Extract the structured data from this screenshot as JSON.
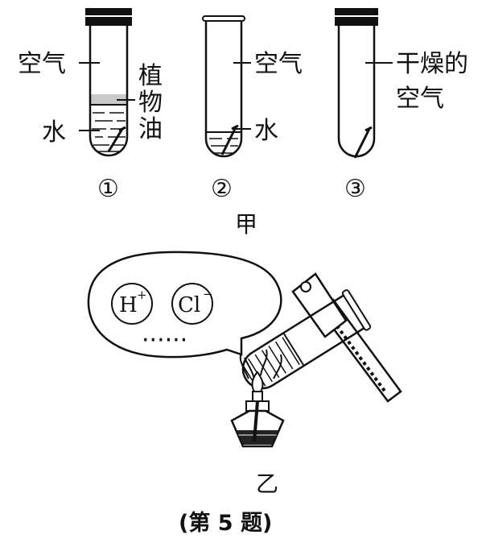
{
  "part_jia": {
    "caption": "甲",
    "tubes": [
      {
        "number": "①",
        "labels": {
          "air": "空气",
          "water": "水",
          "oil": [
            "植",
            "物",
            "油"
          ]
        }
      },
      {
        "number": "②",
        "labels": {
          "air": "空气",
          "water": "水"
        }
      },
      {
        "number": "③",
        "labels": {
          "air_line1": "干燥的",
          "air_line2": "空气"
        }
      }
    ]
  },
  "part_yi": {
    "caption": "乙",
    "bubble": {
      "ion1": "H",
      "ion1_charge": "+",
      "ion2": "Cl",
      "ion2_charge": "−",
      "ellipsis": "······"
    }
  },
  "footer": {
    "open": "(第 ",
    "number": "5",
    "close": " 题)"
  },
  "colors": {
    "ink": "#111111",
    "oil": "#c9c9c9",
    "paper": "#ffffff"
  }
}
